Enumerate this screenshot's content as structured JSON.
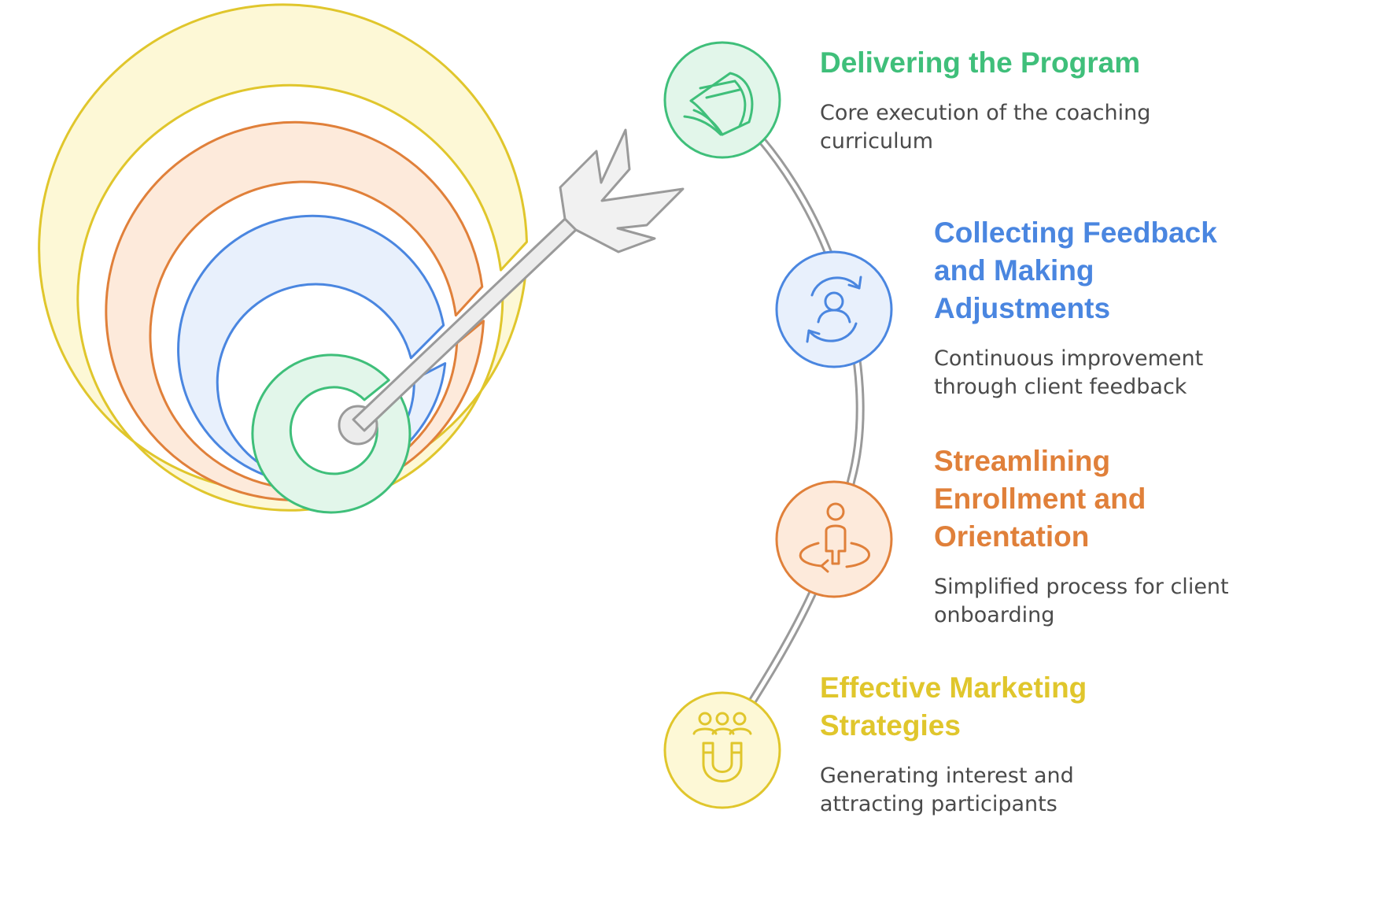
{
  "colors": {
    "green": "#3fbf7a",
    "blue": "#4a86e0",
    "orange": "#e0803a",
    "yellow": "#e0c62c",
    "gray": "#8a8a8a",
    "text": "#4a4a4a"
  },
  "icons": {
    "program": "open-book-icon",
    "feedback": "user-refresh-icon",
    "enrollment": "person-orbit-icon",
    "marketing": "group-magnet-icon",
    "center": "target-arrow-icon"
  },
  "items": [
    {
      "title_lines": [
        "Delivering the Program"
      ],
      "desc_lines": [
        "Core execution of the coaching",
        "curriculum"
      ]
    },
    {
      "title_lines": [
        "Collecting Feedback",
        "and Making",
        "Adjustments"
      ],
      "desc_lines": [
        "Continuous improvement",
        "through client feedback"
      ]
    },
    {
      "title_lines": [
        "Streamlining",
        "Enrollment and",
        "Orientation"
      ],
      "desc_lines": [
        "Simplified process for client",
        "onboarding"
      ]
    },
    {
      "title_lines": [
        "Effective Marketing",
        "Strategies"
      ],
      "desc_lines": [
        "Generating interest and",
        "attracting participants"
      ]
    }
  ]
}
